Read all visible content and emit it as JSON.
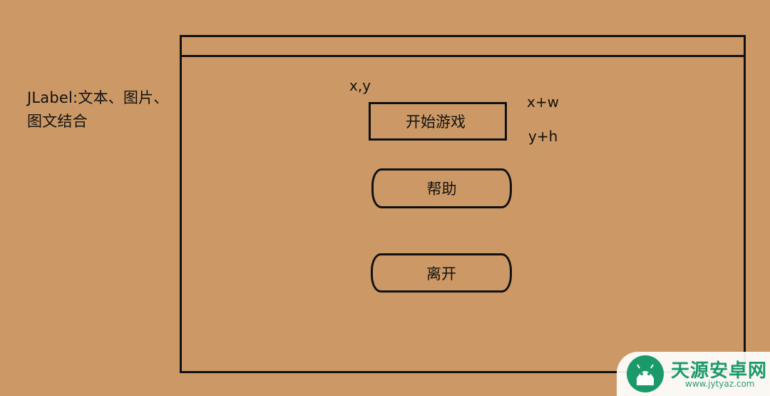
{
  "side_label": {
    "line1": "JLabel:文本、图片、",
    "line2": "图文结合"
  },
  "coords": {
    "top_left": "x,y",
    "right_w": "x+w",
    "right_h": "y+h"
  },
  "buttons": {
    "start": "开始游戏",
    "help": "帮助",
    "leave": "离开"
  },
  "watermark": {
    "title": "天源安卓网",
    "url": "www.jytyaz.com"
  },
  "colors": {
    "background": "#cc9966",
    "stroke": "#111111",
    "watermark_green": "#1a9a6a"
  }
}
